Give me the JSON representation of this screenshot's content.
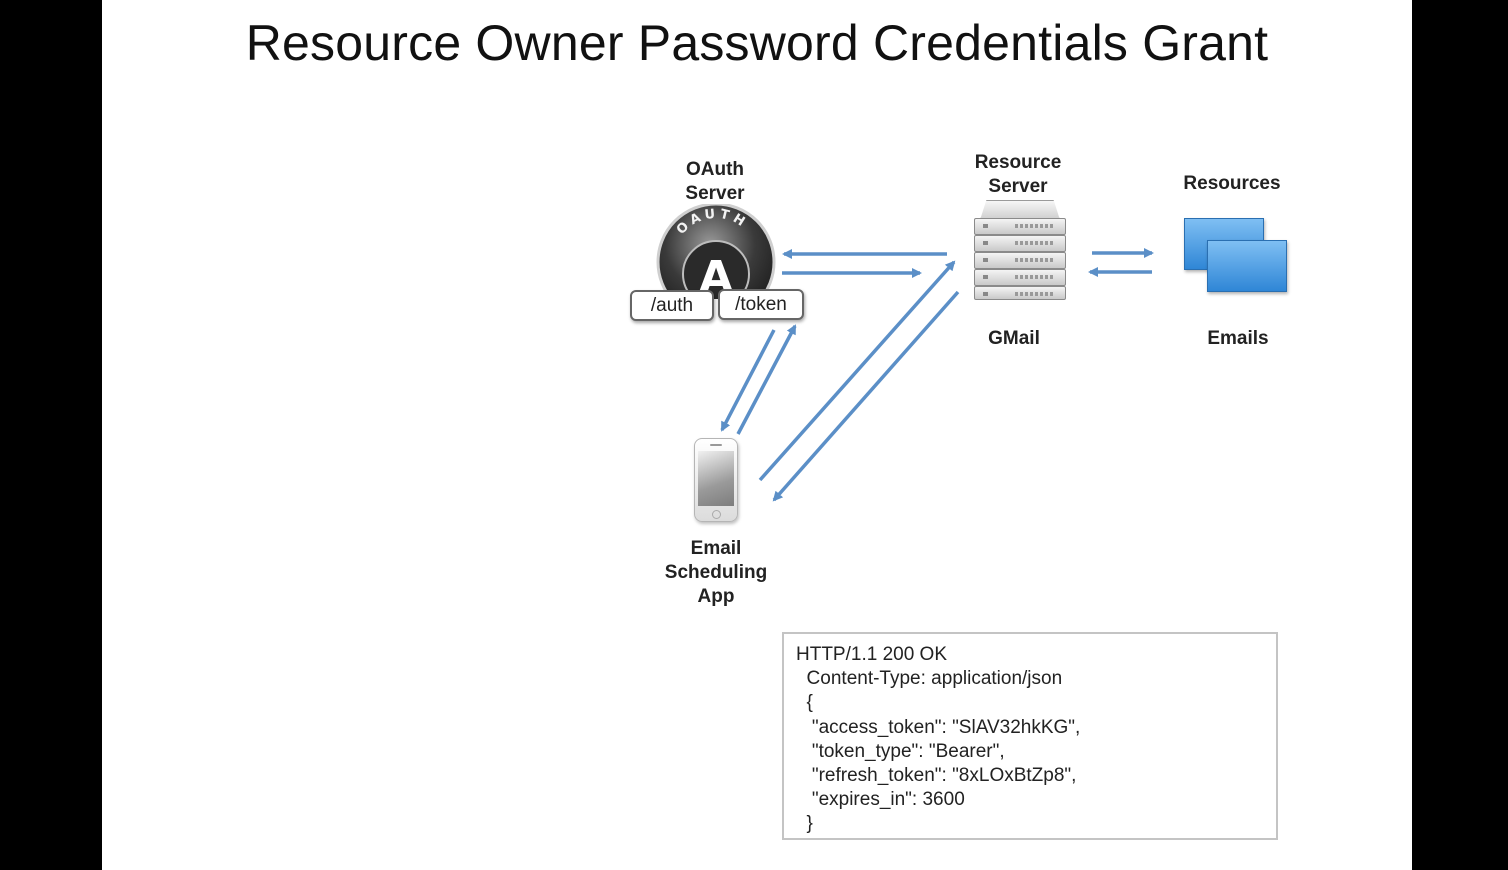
{
  "slide": {
    "title": "Resource Owner Password Credentials Grant"
  },
  "nodes": {
    "oauth_server": {
      "label": "OAuth\nServer",
      "logo_text": "OAUTH",
      "logo_letter": "A",
      "icon": "oauth-logo-icon"
    },
    "endpoints": {
      "auth": "/auth",
      "token": "/token"
    },
    "resource_server": {
      "label": "Resource\nServer",
      "caption": "GMail",
      "icon": "server-rack-icon"
    },
    "resources": {
      "label": "Resources",
      "caption": "Emails",
      "icon": "folders-icon"
    },
    "client_app": {
      "label": "Email\nScheduling\nApp",
      "icon": "phone-icon"
    }
  },
  "response": {
    "lines": [
      "HTTP/1.1 200 OK",
      "  Content-Type: application/json",
      "  {",
      "   \"access_token\": \"SlAV32hkKG\",",
      "   \"token_type\": \"Bearer\",",
      "   \"refresh_token\": \"8xLOxBtZp8\",",
      "   \"expires_in\": 3600",
      "  }"
    ]
  },
  "colors": {
    "arrow": "#5b8fc7",
    "folder": "#3b8fdc",
    "background": "#ffffff",
    "frame": "#000000"
  }
}
